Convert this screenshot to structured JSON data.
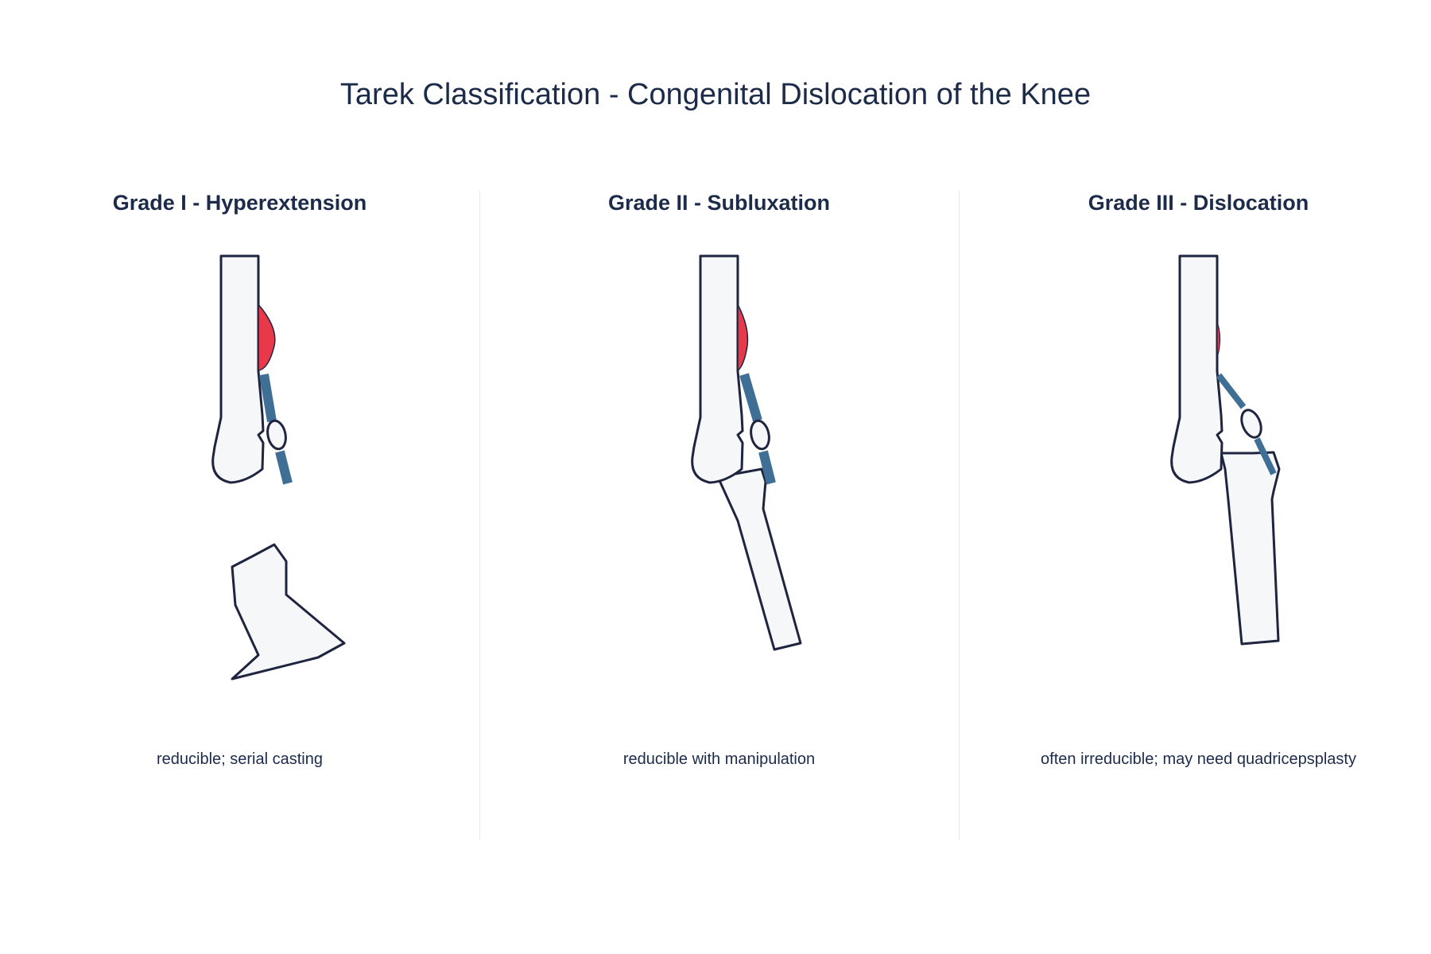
{
  "title": "Tarek Classification - Congenital Dislocation of the Knee",
  "panels": [
    {
      "title": "Grade I - Hyperextension",
      "note": "reducible; serial casting"
    },
    {
      "title": "Grade II - Subluxation",
      "note": "reducible with manipulation"
    },
    {
      "title": "Grade III - Dislocation",
      "note": "often irreducible; may need quadricepsplasty"
    }
  ],
  "colors": {
    "bone_fill": "#f6f7f9",
    "outline": "#1f2540",
    "quadriceps": "#e8394a",
    "tendon": "#3f6f95",
    "divider": "#e6e8ec"
  }
}
